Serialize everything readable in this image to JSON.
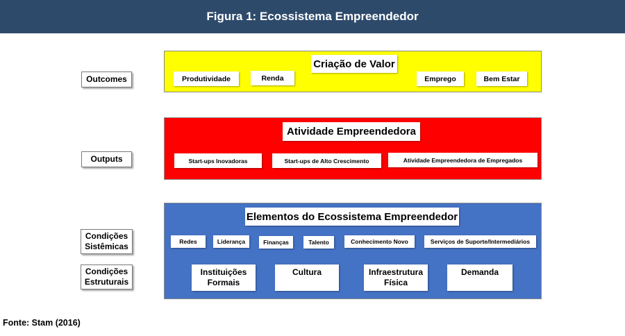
{
  "title": "Figura 1: Ecossistema Empreendedor",
  "row_labels": {
    "outcomes": "Outcomes",
    "outputs": "Outputs",
    "sistemicas": "Condições Sistêmicas",
    "estruturais": "Condições Estruturais"
  },
  "criacao": {
    "title": "Criação de Valor",
    "items": [
      "Produtividade",
      "Renda",
      "Emprego",
      "Bem Estar"
    ],
    "color": "#ffff00"
  },
  "atividade": {
    "title": "Atividade Empreendedora",
    "items": [
      "Start-ups Inovadoras",
      "Start-ups de Alto Crescimento",
      "Atividade Empreendedora de Empregados"
    ],
    "color": "#ff0000"
  },
  "elementos": {
    "title": "Elementos do Ecossistema Empreendedor",
    "sistemicas": [
      "Redes",
      "Liderança",
      "Finanças",
      "Talento",
      "Conhecimento Novo",
      "Serviços de Suporte/Intermediários"
    ],
    "estruturais": [
      "Instituições Formais",
      "Cultura",
      "Infraestrutura Física",
      "Demanda"
    ],
    "color": "#4472c4"
  },
  "source": "Fonte: Stam (2016)"
}
